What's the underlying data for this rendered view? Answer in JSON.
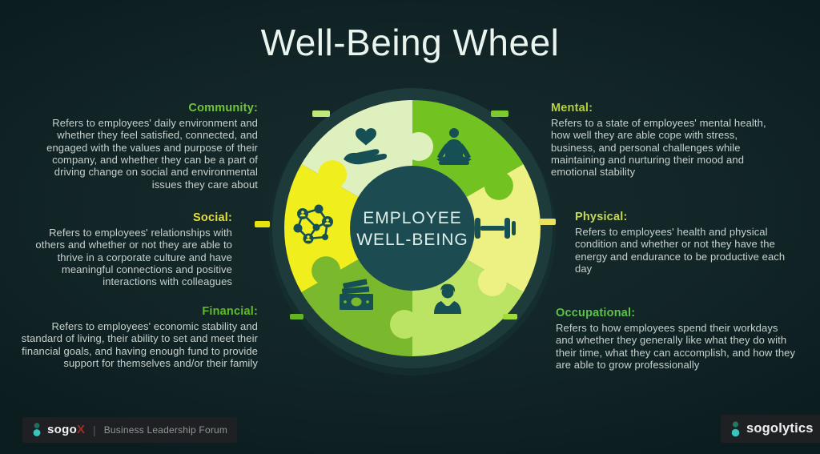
{
  "title": "Well-Being Wheel",
  "wheel": {
    "center_line1": "EMPLOYEE",
    "center_line2": "WELL-BEING",
    "center_circle_color": "#1d4b52",
    "icon_color": "#175054",
    "segments": [
      {
        "name": "Community",
        "color": "#dff0bf",
        "icon": "hand-heart-icon"
      },
      {
        "name": "Mental",
        "color": "#72c322",
        "icon": "meditation-icon"
      },
      {
        "name": "Physical",
        "color": "#edf183",
        "icon": "dumbbell-icon"
      },
      {
        "name": "Occupational",
        "color": "#bbe465",
        "icon": "businessman-icon"
      },
      {
        "name": "Financial",
        "color": "#7ab82d",
        "icon": "banknotes-icon"
      },
      {
        "name": "Social",
        "color": "#f1ee1d",
        "icon": "people-network-icon"
      }
    ],
    "ticks": [
      {
        "pos": "top-left",
        "color": "#bfe87b"
      },
      {
        "pos": "top-right",
        "color": "#7dc930"
      },
      {
        "pos": "right",
        "color": "#eae25c"
      },
      {
        "pos": "bottom-right",
        "color": "#a0dd3b"
      },
      {
        "pos": "bottom-left",
        "color": "#66b326"
      },
      {
        "pos": "left",
        "color": "#e8e20f"
      }
    ]
  },
  "sections": [
    {
      "id": "community",
      "label": "Community:",
      "color": "#72c43c",
      "text": "Refers to employees' daily environment and whether they feel satisfied, connected, and engaged with the values and purpose of their company, and whether they can be a part of driving change on social and environmental issues they care about"
    },
    {
      "id": "social",
      "label": "Social:",
      "color": "#e4df3a",
      "text": "Refers to employees' relationships with others and whether or not they are able to thrive in a corporate culture and have meaningful connections and positive interactions with colleagues"
    },
    {
      "id": "financial",
      "label": "Financial:",
      "color": "#62b92f",
      "text": "Refers to employees' economic stability and standard of living, their ability to set and meet their financial goals, and having enough fund to provide support for themselves and/or their family"
    },
    {
      "id": "mental",
      "label": "Mental:",
      "color": "#b8cf45",
      "text": "Refers to a state of employees' mental health, how well they are able cope with stress, business, and personal challenges while maintaining and nurturing their mood and emotional stability"
    },
    {
      "id": "physical",
      "label": "Physical:",
      "color": "#c4d95a",
      "text": "Refers to employees' health and physical condition and whether or not they have the energy and endurance to be productive each day"
    },
    {
      "id": "occupational",
      "label": "Occupational:",
      "color": "#5dc24a",
      "text": "Refers to how employees spend their workdays and whether they generally like what they do with their time, what they can accomplish, and how they are able to grow professionally"
    }
  ],
  "footer": {
    "left": {
      "brand": "sogo",
      "brand_suffix": "X",
      "divider": "|",
      "text": "Business Leadership Forum"
    },
    "right": {
      "brand": "sogolytics"
    }
  }
}
